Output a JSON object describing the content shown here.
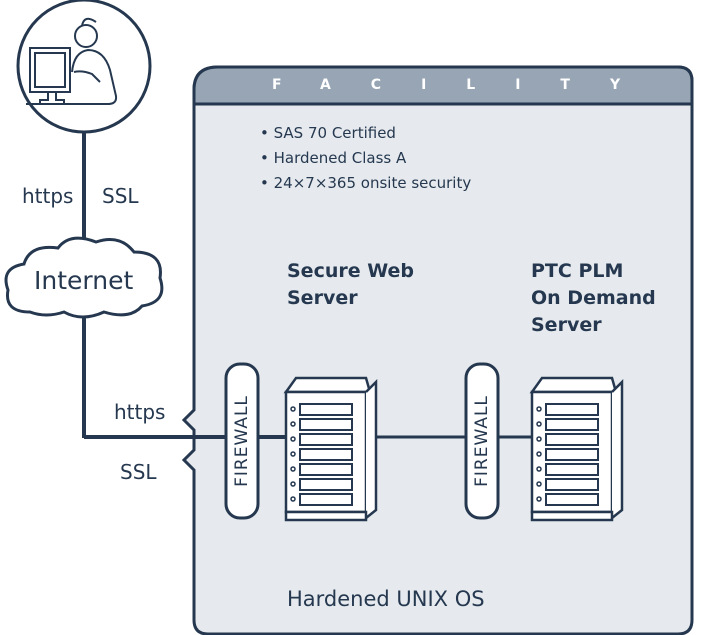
{
  "facility": {
    "title": "FACILITY",
    "bullets": [
      "SAS 70 Certified",
      "Hardened Class A",
      "24×7×365 onsite security"
    ],
    "os_label": "Hardened UNIX OS"
  },
  "servers": {
    "web": {
      "name_line1": "Secure Web",
      "name_line2": "Server"
    },
    "plm": {
      "name_line1": "PTC PLM",
      "name_line2": "On Demand",
      "name_line3": "Server"
    }
  },
  "firewalls": [
    "FIREWALL",
    "FIREWALL"
  ],
  "connections": {
    "client_left": "https",
    "client_right": "SSL",
    "internet": "Internet",
    "entry_top": "https",
    "entry_bottom": "SSL"
  },
  "colors": {
    "stroke": "#25384f",
    "facility_fill": "#e6eaee",
    "header_fill": "#97a5b4",
    "server_fill": "#ffffff"
  }
}
